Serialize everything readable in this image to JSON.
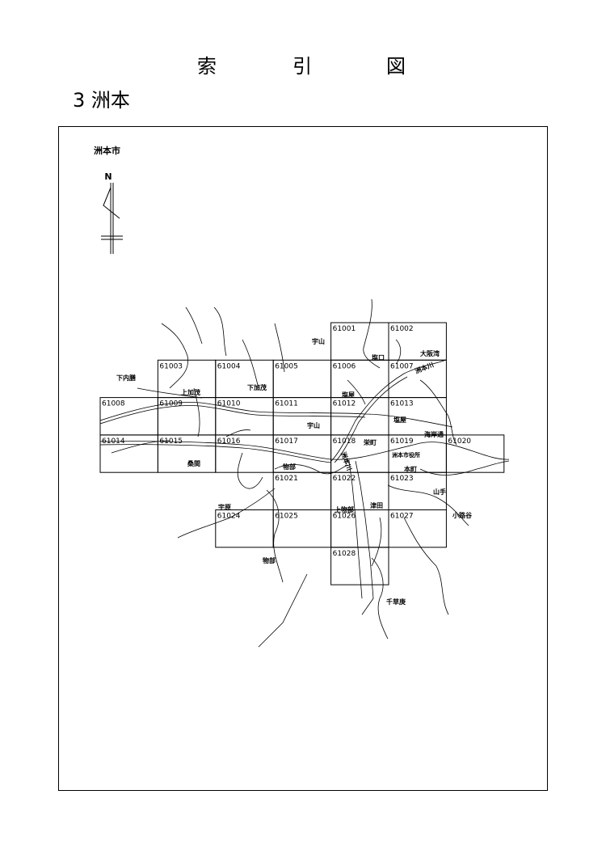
{
  "title_chars": [
    "索",
    "引",
    "図"
  ],
  "subtitle": "3 洲本",
  "city_label": "洲本市",
  "north_label": "N",
  "tiles": [
    {
      "id": "61001",
      "col": 4,
      "row": 0
    },
    {
      "id": "61002",
      "col": 5,
      "row": 0
    },
    {
      "id": "61003",
      "col": 1,
      "row": 1
    },
    {
      "id": "61004",
      "col": 2,
      "row": 1
    },
    {
      "id": "61005",
      "col": 3,
      "row": 1
    },
    {
      "id": "61006",
      "col": 4,
      "row": 1
    },
    {
      "id": "61007",
      "col": 5,
      "row": 1
    },
    {
      "id": "61008",
      "col": 0,
      "row": 2
    },
    {
      "id": "61009",
      "col": 1,
      "row": 2
    },
    {
      "id": "61010",
      "col": 2,
      "row": 2
    },
    {
      "id": "61011",
      "col": 3,
      "row": 2
    },
    {
      "id": "61012",
      "col": 4,
      "row": 2
    },
    {
      "id": "61013",
      "col": 5,
      "row": 2
    },
    {
      "id": "61014",
      "col": 0,
      "row": 3
    },
    {
      "id": "61015",
      "col": 1,
      "row": 3
    },
    {
      "id": "61016",
      "col": 2,
      "row": 3
    },
    {
      "id": "61017",
      "col": 3,
      "row": 3
    },
    {
      "id": "61018",
      "col": 4,
      "row": 3
    },
    {
      "id": "61019",
      "col": 5,
      "row": 3
    },
    {
      "id": "61020",
      "col": 6,
      "row": 3
    },
    {
      "id": "61021",
      "col": 3,
      "row": 4
    },
    {
      "id": "61022",
      "col": 4,
      "row": 4
    },
    {
      "id": "61023",
      "col": 5,
      "row": 4
    },
    {
      "id": "61024",
      "col": 2,
      "row": 5
    },
    {
      "id": "61025",
      "col": 3,
      "row": 5
    },
    {
      "id": "61026",
      "col": 4,
      "row": 5
    },
    {
      "id": "61027",
      "col": 5,
      "row": 5
    },
    {
      "id": "61028",
      "col": 4,
      "row": 6
    }
  ],
  "places": [
    "宇山",
    "大阪湾",
    "塩口",
    "下内膳",
    "上加茂",
    "下加茂",
    "洲本川",
    "塩屋",
    "宇山",
    "塩屋",
    "海岸通",
    "栄町",
    "洲本市役所",
    "本町",
    "桑間",
    "物部",
    "山手",
    "宇原",
    "上物部",
    "津田",
    "小路谷",
    "物部",
    "千草庚",
    "洲本川"
  ]
}
